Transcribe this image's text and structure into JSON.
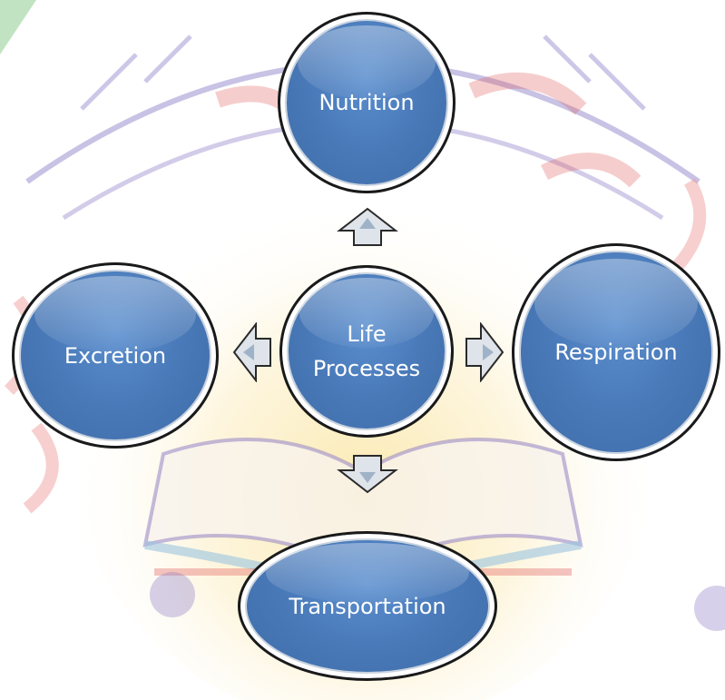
{
  "diagram": {
    "center": {
      "line1": "Life",
      "line2": "Processes"
    },
    "nodes": {
      "top": "Nutrition",
      "left": "Excretion",
      "right": "Respiration",
      "bottom": "Transportation"
    }
  },
  "colors": {
    "node_fill": "#4a7ab9",
    "node_border": "#1a1a1a",
    "arrow_fill": "#dfe4ea",
    "watermark_red": "#e05a5a",
    "watermark_yellow": "#f5c542",
    "watermark_purple": "#8a78c2",
    "watermark_green": "#4caf50"
  }
}
